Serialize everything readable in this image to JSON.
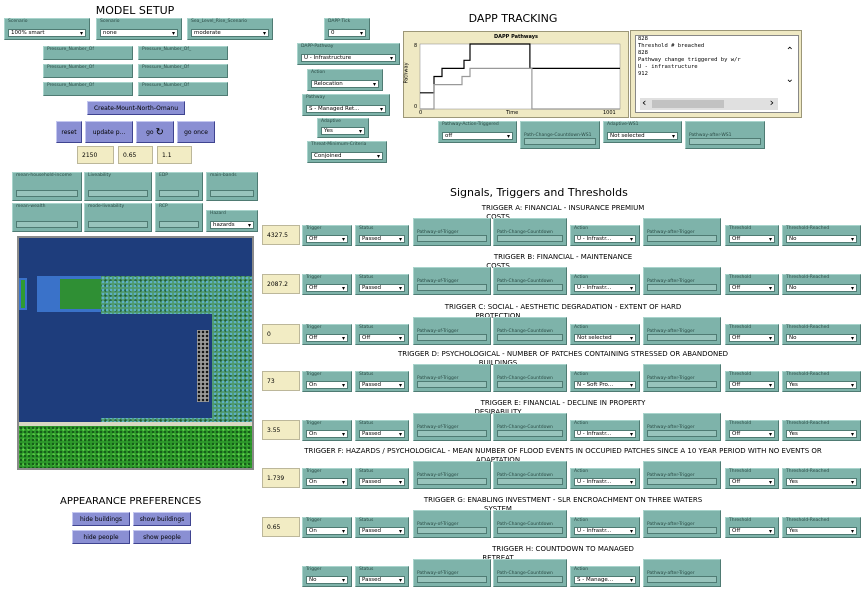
{
  "headings": {
    "model_setup": "MODEL SETUP",
    "dapp_tracking": "DAPP TRACKING",
    "signals": "Signals, Triggers and Thresholds",
    "appearance": "APPEARANCE PREFERENCES"
  },
  "setup_choosers": [
    {
      "label": "Scenario",
      "value": "100% smart"
    },
    {
      "label": "Scenario",
      "value": "none"
    },
    {
      "label": "Sea_Level_Rise_Scenario",
      "value": "moderate"
    }
  ],
  "setup_sliders": [
    [
      "Pressure_Number_Of",
      "Pressure_Number_Of_"
    ],
    [
      "Pressure_Number_Of",
      "Pressure_Number_Of"
    ],
    [
      "Pressure_Number_Of",
      "Pressure_Number_Of"
    ]
  ],
  "buttons": {
    "create": "Create-Mount-North-Omanu",
    "reset": "reset",
    "update": "update p...",
    "go": "go",
    "go_once": "go once",
    "hide_buildings": "hide buildings",
    "show_buildings": "show buildings",
    "hide_people": "hide people",
    "show_people": "show people"
  },
  "go_icon": "refresh-icon",
  "setup_numbers": [
    "2150",
    "0.65",
    "1.1"
  ],
  "monitors_left": [
    [
      "mean-household-income",
      "Liveability",
      "EDP",
      "main-bands"
    ],
    [
      "mean-wealth",
      "mode-liveability",
      "RCP",
      ""
    ]
  ],
  "hazards_chooser": {
    "label": "Hazard",
    "value": "hazards"
  },
  "dapp_choosers": [
    {
      "label": "DAPP Tick",
      "value": "0"
    },
    {
      "label": "DAPP-Pathway",
      "value": "U - Infrastructure"
    },
    {
      "label": "Action",
      "value": "Relocation"
    },
    {
      "label": "Pathway",
      "value": "S - Managed Ret..."
    },
    {
      "label": "Adaptive",
      "value": "Yes"
    },
    {
      "label": "Threat-Minimum-Criteria",
      "value": "Conjoined"
    }
  ],
  "dapp_row": [
    {
      "label": "Pathway-Action-Triggered",
      "value": "off",
      "kind": "chooser"
    },
    {
      "label": "Path-Change-Countdown-WS1",
      "kind": "monitor"
    },
    {
      "label": "Adaptive-WS1",
      "value": "Not selected",
      "kind": "chooser"
    },
    {
      "label": "Pathway-after-WS1",
      "kind": "monitor"
    }
  ],
  "chart": {
    "title": "DAPP Pathways",
    "xlabel": "Time",
    "ylabel": "Pathway",
    "x_min": "0",
    "x_max": "1001",
    "y_min": "0",
    "y_max": "8"
  },
  "chart_data": {
    "type": "line",
    "title": "DAPP Pathways",
    "xlabel": "Time",
    "ylabel": "Pathway",
    "xlim": [
      0,
      1001
    ],
    "ylim": [
      0,
      8
    ],
    "series": [
      {
        "values": [
          [
            0,
            2
          ],
          [
            70,
            2
          ],
          [
            70,
            4
          ],
          [
            110,
            4
          ],
          [
            110,
            5
          ],
          [
            220,
            5
          ],
          [
            220,
            6
          ],
          [
            250,
            6
          ],
          [
            250,
            8
          ],
          [
            550,
            8
          ],
          [
            550,
            5
          ],
          [
            1001,
            5
          ]
        ]
      },
      {
        "values": [
          [
            0,
            0
          ],
          [
            70,
            0
          ],
          [
            70,
            3
          ],
          [
            210,
            3
          ],
          [
            210,
            4
          ],
          [
            250,
            4
          ],
          [
            250,
            5
          ],
          [
            560,
            5
          ],
          [
            560,
            0
          ],
          [
            1001,
            0
          ]
        ]
      }
    ]
  },
  "output_lines": [
    "828",
    "Threshold # breached",
    "828",
    "Pathway change triggered by w/r",
    "U - infrastructure",
    "912"
  ],
  "triggers": [
    {
      "title": "TRIGGER A: FINANCIAL - INSURANCE PREMIUM",
      "title2": "COSTS",
      "value": "4327.5",
      "sel1": "Off",
      "sel2": "Passed",
      "action": "U - Infrastr...",
      "threshold": "Off",
      "next": "No",
      "letter": "A"
    },
    {
      "title": "TRIGGER B: FINANCIAL - MAINTENANCE",
      "title2": "COSTS",
      "value": "2087.2",
      "sel1": "Off",
      "sel2": "Passed",
      "action": "U - Infrastr...",
      "threshold": "Off",
      "next": "No",
      "letter": "B"
    },
    {
      "title": "TRIGGER C: SOCIAL - AESTHETIC DEGRADATION - EXTENT OF HARD",
      "title2": "PROTECTION",
      "value": "0",
      "sel1": "Off",
      "sel2": "Off",
      "action": "Not selected",
      "threshold": "Off",
      "next": "No",
      "letter": "C"
    },
    {
      "title": "TRIGGER D: PSYCHOLOGICAL - NUMBER OF PATCHES CONTAINING STRESSED OR ABANDONED",
      "title2": "BUILDINGS",
      "value": "73",
      "sel1": "On",
      "sel2": "Passed",
      "action": "N - Soft Pro...",
      "threshold": "Off",
      "next": "Yes",
      "letter": "D"
    },
    {
      "title": "TRIGGER E: FINANCIAL - DECLINE IN PROPERTY",
      "title2": "DESIRABILITY",
      "value": "3.55",
      "sel1": "On",
      "sel2": "Passed",
      "action": "U - Infrastr...",
      "threshold": "Off",
      "next": "Yes",
      "letter": "E"
    },
    {
      "title": "TRIGGER F: HAZARDS / PSYCHOLOGICAL - MEAN NUMBER OF FLOOD EVENTS IN OCCUPIED PATCHES SINCE A 10 YEAR PERIOD WITH NO EVENTS OR",
      "title2": "ADAPTATION",
      "value": "1.739",
      "sel1": "On",
      "sel2": "Passed",
      "action": "U - Infrastr...",
      "threshold": "Off",
      "next": "Yes",
      "letter": "F"
    },
    {
      "title": "TRIGGER G: ENABLING INVESTMENT - SLR ENCROACHMENT ON THREE WATERS",
      "title2": "SYSTEM",
      "value": "0.65",
      "sel1": "On",
      "sel2": "Passed",
      "action": "U - Infrastr...",
      "threshold": "Off",
      "next": "Yes",
      "letter": "G"
    },
    {
      "title": "TRIGGER H: COUNTDOWN TO MANAGED",
      "title2": "RETREAT",
      "value": "",
      "sel1": "No",
      "sel2": "Passed",
      "action": "S - Manage...",
      "threshold": "",
      "next": "",
      "letter": "H"
    }
  ],
  "trigger_labels": {
    "sel1": "Trigger",
    "sel2": "Status",
    "pathway_trigger": "Pathway-of-Trigger",
    "countdown": "Path-Change-Countdown",
    "action": "Action",
    "after": "Pathway-after-Trigger",
    "threshold": "Threshold",
    "reached": "Threshold-Reached"
  },
  "colors": {
    "widget": "#7eb3aa",
    "button": "#8a8fd3",
    "number": "#f2ecc4",
    "plot": "#efe9c3"
  }
}
